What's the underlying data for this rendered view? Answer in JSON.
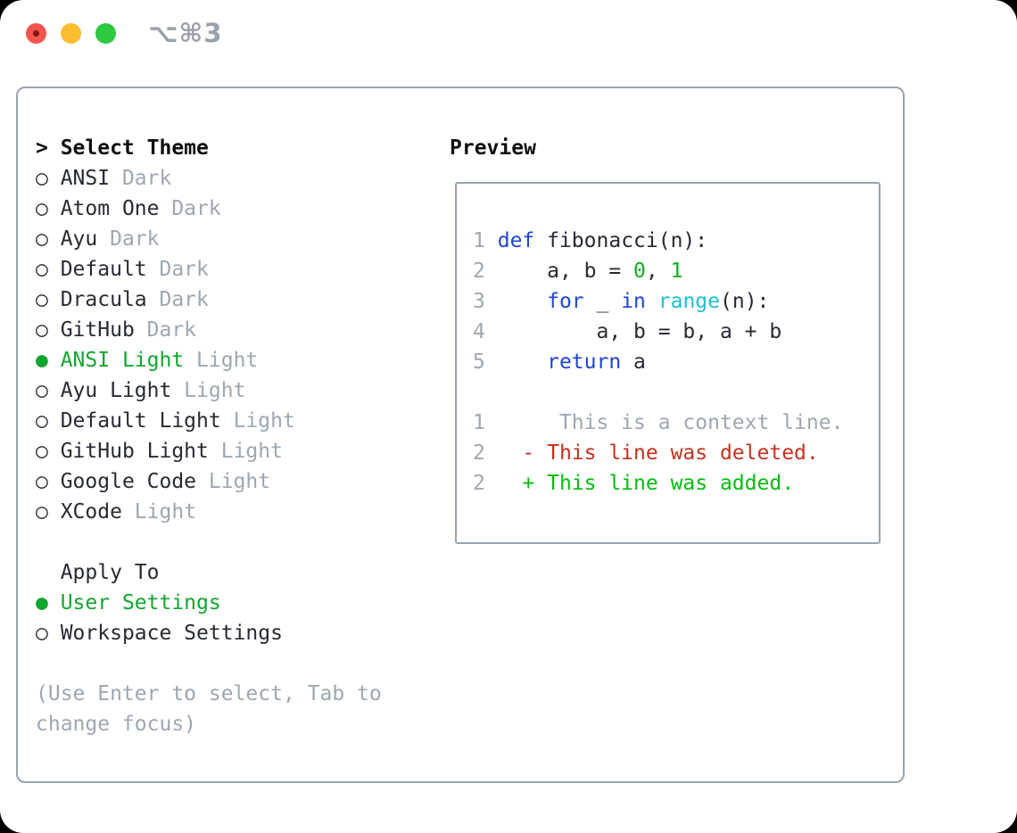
{
  "window": {
    "shortcut": "⌥⌘3",
    "traffic_lights": [
      "close",
      "minimize",
      "zoom"
    ]
  },
  "colors": {
    "text": "#262b33",
    "heading": "#0d0f12",
    "muted": "#9da7b3",
    "selected_green": "#12a52e",
    "keyword_blue": "#1e44d6",
    "function_cyan": "#1ec0d2",
    "number_green": "#0cb01f",
    "added_green": "#03bd0f",
    "deleted_red": "#c5321f",
    "panel_border": "#9aa3af",
    "traffic_red": "#f4534e",
    "traffic_yellow": "#fcbd30",
    "traffic_green": "#2ec940"
  },
  "theme_panel": {
    "heading": "Select Theme",
    "apply_heading": "Apply To",
    "hint": "(Use Enter to select, Tab to change focus)",
    "lines": [
      {
        "name": "select-theme-heading",
        "i": false,
        "spans": [
          {
            "t": "> Select Theme",
            "c": "bold"
          }
        ]
      },
      {
        "name": "theme-option-ansi-dark",
        "i": true,
        "spans": [
          {
            "t": "○ ",
            "c": "plain",
            "name": "radio-icon"
          },
          {
            "t": "ANSI",
            "c": "plain"
          },
          {
            "t": " Dark",
            "c": "muted"
          }
        ]
      },
      {
        "name": "theme-option-atom-one-dark",
        "i": true,
        "spans": [
          {
            "t": "○ ",
            "c": "plain",
            "name": "radio-icon"
          },
          {
            "t": "Atom One",
            "c": "plain"
          },
          {
            "t": " Dark",
            "c": "muted"
          }
        ]
      },
      {
        "name": "theme-option-ayu-dark",
        "i": true,
        "spans": [
          {
            "t": "○ ",
            "c": "plain",
            "name": "radio-icon"
          },
          {
            "t": "Ayu",
            "c": "plain"
          },
          {
            "t": " Dark",
            "c": "muted"
          }
        ]
      },
      {
        "name": "theme-option-default-dark",
        "i": true,
        "spans": [
          {
            "t": "○ ",
            "c": "plain",
            "name": "radio-icon"
          },
          {
            "t": "Default",
            "c": "plain"
          },
          {
            "t": " Dark",
            "c": "muted"
          }
        ]
      },
      {
        "name": "theme-option-dracula-dark",
        "i": true,
        "spans": [
          {
            "t": "○ ",
            "c": "plain",
            "name": "radio-icon"
          },
          {
            "t": "Dracula",
            "c": "plain"
          },
          {
            "t": " Dark",
            "c": "muted"
          }
        ]
      },
      {
        "name": "theme-option-github-dark",
        "i": true,
        "spans": [
          {
            "t": "○ ",
            "c": "plain",
            "name": "radio-icon"
          },
          {
            "t": "GitHub",
            "c": "plain"
          },
          {
            "t": " Dark",
            "c": "muted"
          }
        ]
      },
      {
        "name": "theme-option-ansi-light-selected",
        "i": true,
        "spans": [
          {
            "t": "● ",
            "c": "green",
            "name": "radio-selected-icon"
          },
          {
            "t": "ANSI Light",
            "c": "green"
          },
          {
            "t": " Light",
            "c": "muted"
          }
        ]
      },
      {
        "name": "theme-option-ayu-light",
        "i": true,
        "spans": [
          {
            "t": "○ ",
            "c": "plain",
            "name": "radio-icon"
          },
          {
            "t": "Ayu Light",
            "c": "plain"
          },
          {
            "t": " Light",
            "c": "muted"
          }
        ]
      },
      {
        "name": "theme-option-default-light",
        "i": true,
        "spans": [
          {
            "t": "○ ",
            "c": "plain",
            "name": "radio-icon"
          },
          {
            "t": "Default Light",
            "c": "plain"
          },
          {
            "t": " Light",
            "c": "muted"
          }
        ]
      },
      {
        "name": "theme-option-github-light",
        "i": true,
        "spans": [
          {
            "t": "○ ",
            "c": "plain",
            "name": "radio-icon"
          },
          {
            "t": "GitHub Light",
            "c": "plain"
          },
          {
            "t": " Light",
            "c": "muted"
          }
        ]
      },
      {
        "name": "theme-option-google-code",
        "i": true,
        "spans": [
          {
            "t": "○ ",
            "c": "plain",
            "name": "radio-icon"
          },
          {
            "t": "Google Code",
            "c": "plain"
          },
          {
            "t": " Light",
            "c": "muted"
          }
        ]
      },
      {
        "name": "theme-option-xcode",
        "i": true,
        "spans": [
          {
            "t": "○ ",
            "c": "plain",
            "name": "radio-icon"
          },
          {
            "t": "XCode",
            "c": "plain"
          },
          {
            "t": " Light",
            "c": "muted"
          }
        ]
      },
      {
        "name": "spacer",
        "i": false,
        "spans": []
      },
      {
        "name": "apply-to-heading",
        "i": false,
        "spans": [
          {
            "t": "  Apply To",
            "c": "plain"
          }
        ]
      },
      {
        "name": "apply-option-user-settings-selected",
        "i": true,
        "spans": [
          {
            "t": "● ",
            "c": "green",
            "name": "radio-selected-icon"
          },
          {
            "t": "User Settings",
            "c": "green"
          }
        ]
      },
      {
        "name": "apply-option-workspace-settings",
        "i": true,
        "spans": [
          {
            "t": "○ ",
            "c": "plain",
            "name": "radio-icon"
          },
          {
            "t": "Workspace Settings",
            "c": "plain"
          }
        ]
      },
      {
        "name": "spacer",
        "i": false,
        "spans": []
      },
      {
        "name": "hint-line-1",
        "i": false,
        "spans": [
          {
            "t": "(Use Enter to select, Tab to",
            "c": "muted"
          }
        ]
      },
      {
        "name": "hint-line-2",
        "i": false,
        "spans": [
          {
            "t": "change focus)",
            "c": "muted"
          }
        ]
      }
    ]
  },
  "preview": {
    "heading": "Preview",
    "lines": [
      {
        "name": "code-line-1",
        "i": false,
        "spans": [
          {
            "t": "1",
            "c": "linenum",
            "name": "line-number"
          },
          {
            "t": " ",
            "c": "plain"
          },
          {
            "t": "def",
            "c": "keyword"
          },
          {
            "t": " fibonacci(n):",
            "c": "plain"
          }
        ]
      },
      {
        "name": "code-line-2",
        "i": false,
        "spans": [
          {
            "t": "2",
            "c": "linenum",
            "name": "line-number"
          },
          {
            "t": "     a, b = ",
            "c": "plain"
          },
          {
            "t": "0",
            "c": "number"
          },
          {
            "t": ", ",
            "c": "plain"
          },
          {
            "t": "1",
            "c": "number"
          }
        ]
      },
      {
        "name": "code-line-3",
        "i": false,
        "spans": [
          {
            "t": "3",
            "c": "linenum",
            "name": "line-number"
          },
          {
            "t": "     ",
            "c": "plain"
          },
          {
            "t": "for",
            "c": "keyword"
          },
          {
            "t": " _ ",
            "c": "plain"
          },
          {
            "t": "in",
            "c": "keyword"
          },
          {
            "t": " ",
            "c": "plain"
          },
          {
            "t": "range",
            "c": "function"
          },
          {
            "t": "(n):",
            "c": "plain"
          }
        ]
      },
      {
        "name": "code-line-4",
        "i": false,
        "spans": [
          {
            "t": "4",
            "c": "linenum",
            "name": "line-number"
          },
          {
            "t": "         a, b = b, a + b",
            "c": "plain"
          }
        ]
      },
      {
        "name": "code-line-5",
        "i": false,
        "spans": [
          {
            "t": "5",
            "c": "linenum",
            "name": "line-number"
          },
          {
            "t": "     ",
            "c": "plain"
          },
          {
            "t": "return",
            "c": "keyword"
          },
          {
            "t": " a",
            "c": "plain"
          }
        ]
      },
      {
        "name": "spacer",
        "i": false,
        "spans": []
      },
      {
        "name": "diff-context-line",
        "i": false,
        "spans": [
          {
            "t": "1",
            "c": "linenum",
            "name": "line-number"
          },
          {
            "t": "      This is a context line.",
            "c": "context"
          }
        ]
      },
      {
        "name": "diff-deleted-line",
        "i": false,
        "spans": [
          {
            "t": "2",
            "c": "linenum",
            "name": "line-number"
          },
          {
            "t": "   - This line was deleted.",
            "c": "deleted"
          }
        ]
      },
      {
        "name": "diff-added-line",
        "i": false,
        "spans": [
          {
            "t": "2",
            "c": "linenum",
            "name": "line-number"
          },
          {
            "t": "   + This line was added.",
            "c": "added"
          }
        ]
      }
    ]
  }
}
